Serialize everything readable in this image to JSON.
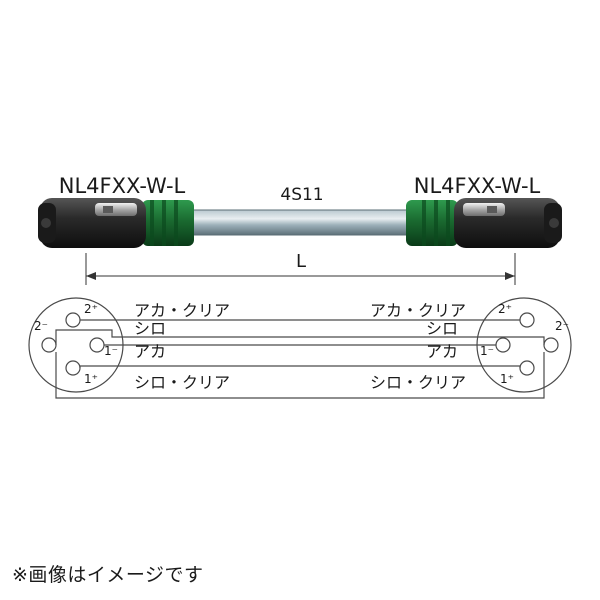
{
  "connectors": {
    "left_model": "NL4FXX-W-L",
    "right_model": "NL4FXX-W-L"
  },
  "cable": {
    "model": "4S11",
    "length_label": "L"
  },
  "wires": {
    "left": [
      "アカ・クリア",
      "シロ",
      "アカ",
      "シロ・クリア"
    ],
    "right": [
      "アカ・クリア",
      "シロ",
      "アカ",
      "シロ・クリア"
    ]
  },
  "pins": {
    "two_plus": "2⁺",
    "two_minus": "2⁻",
    "one_minus": "1⁻",
    "one_plus": "1⁺"
  },
  "note": "※画像はイメージです",
  "colors": {
    "connector_body": "#2c2c2c",
    "connector_collar": "#1f7a3a",
    "cable": "#8fa3ad",
    "line": "#4a4a4a"
  }
}
